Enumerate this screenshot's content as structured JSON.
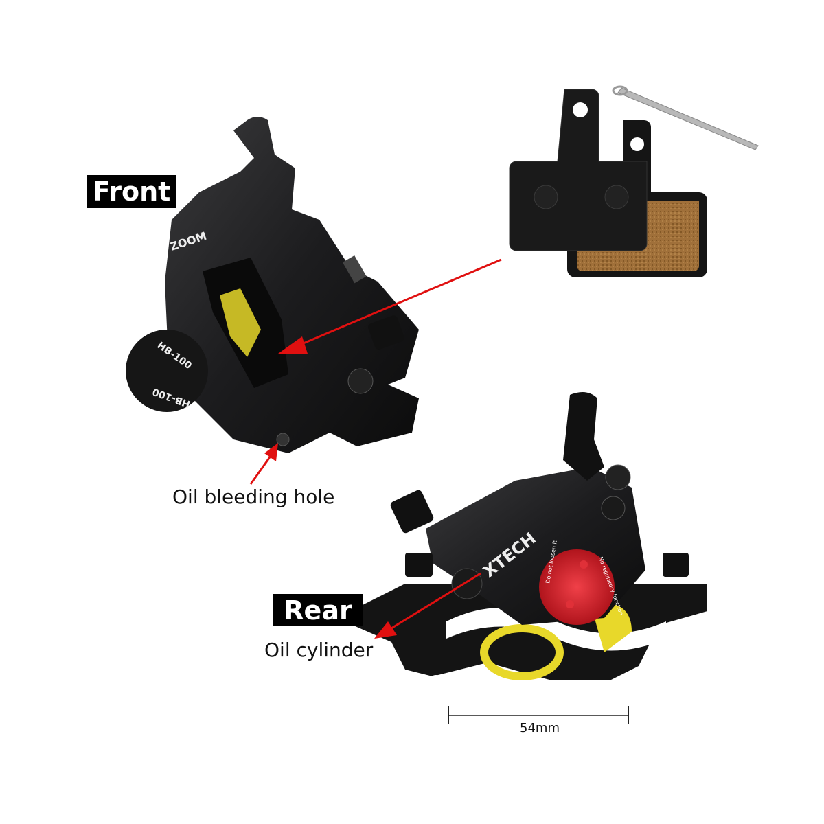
{
  "labels": {
    "front": "Front",
    "rear": "Rear",
    "oil_bleeding_hole": "Oil bleeding hole",
    "oil_cylinder": "Oil cylinder",
    "mount_spacing": "54mm"
  },
  "product_markings": {
    "front_brand": "ZOOM",
    "front_model_1": "HB-100",
    "front_model_2": "HB-100",
    "rear_brand": "XTECH",
    "cap_text_1": "Do not loosen it",
    "cap_text_2": "No regulatory function"
  },
  "colors": {
    "tag_background": "#000000",
    "arrow": "#e01010",
    "cylinder_cap": "#d8202a",
    "caliper_body": "#1c1c1e",
    "pad_compound": "#a0703a",
    "yellow_part": "#e8d82a"
  }
}
